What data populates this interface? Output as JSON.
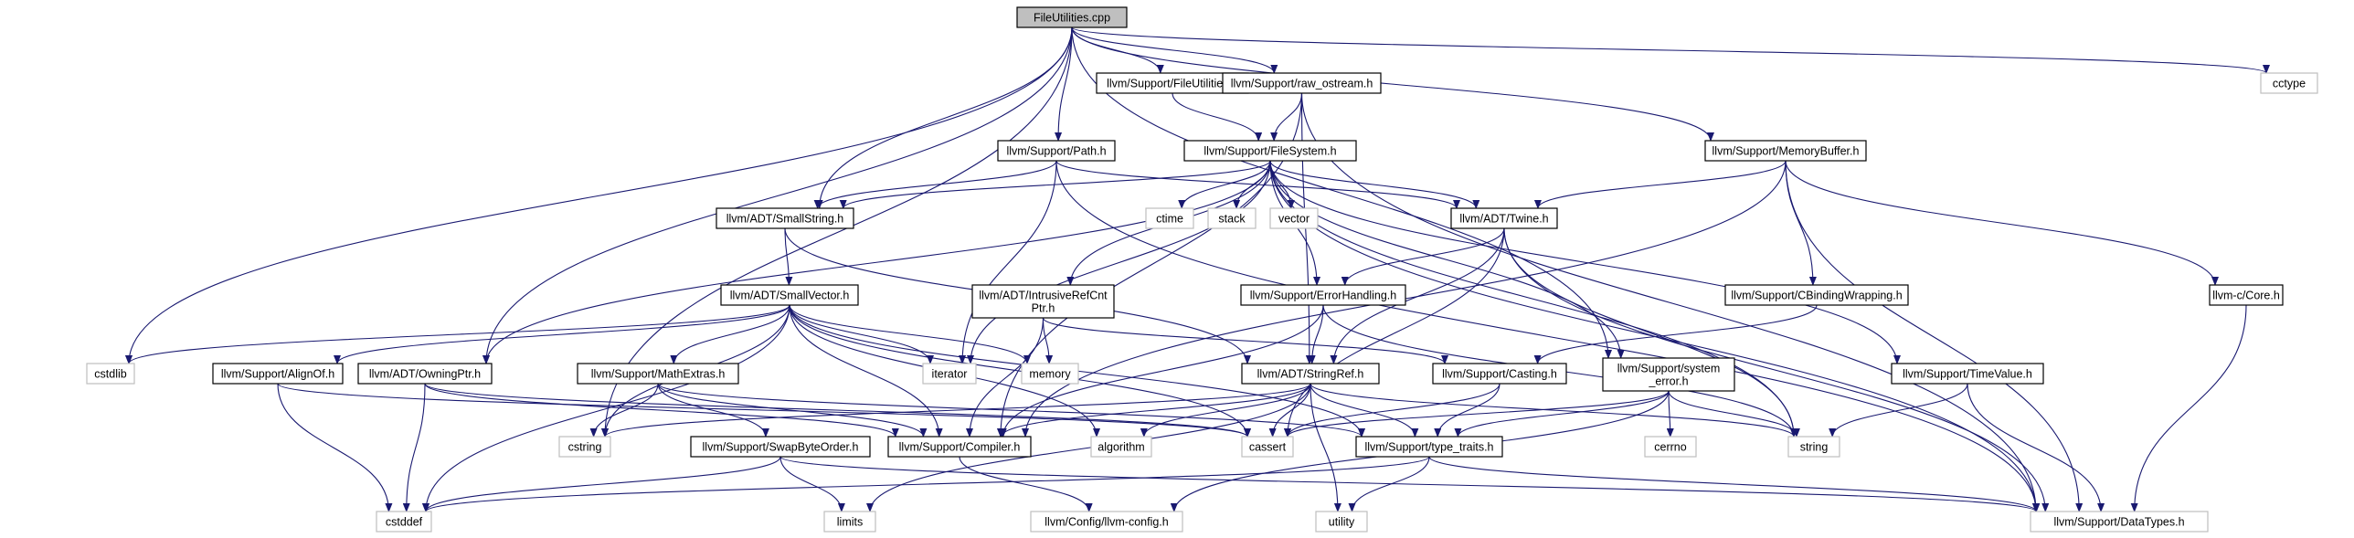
{
  "diagram": {
    "edge_color": "#191970",
    "root_fill": "#bfbfbf",
    "external_border": "#bfbfbf",
    "internal_border": "#000000",
    "nodes": [
      {
        "id": "n0",
        "label": [
          "FileUtilities.cpp"
        ],
        "kind": "root"
      },
      {
        "id": "n1",
        "label": [
          "llvm/Support/FileUtilities.h"
        ],
        "kind": "internal"
      },
      {
        "id": "n2",
        "label": [
          "llvm/Support/raw_ostream.h"
        ],
        "kind": "internal"
      },
      {
        "id": "n3",
        "label": [
          "cctype"
        ],
        "kind": "external"
      },
      {
        "id": "n4",
        "label": [
          "llvm/Support/Path.h"
        ],
        "kind": "internal"
      },
      {
        "id": "n5",
        "label": [
          "llvm/Support/FileSystem.h"
        ],
        "kind": "internal"
      },
      {
        "id": "n6",
        "label": [
          "llvm/Support/MemoryBuffer.h"
        ],
        "kind": "internal"
      },
      {
        "id": "n7",
        "label": [
          "llvm/ADT/SmallString.h"
        ],
        "kind": "internal"
      },
      {
        "id": "n8",
        "label": [
          "ctime"
        ],
        "kind": "external"
      },
      {
        "id": "n9",
        "label": [
          "stack"
        ],
        "kind": "external"
      },
      {
        "id": "n10",
        "label": [
          "vector"
        ],
        "kind": "external"
      },
      {
        "id": "n11",
        "label": [
          "llvm/ADT/Twine.h"
        ],
        "kind": "internal"
      },
      {
        "id": "n12",
        "label": [
          "llvm/ADT/SmallVector.h"
        ],
        "kind": "internal"
      },
      {
        "id": "n13",
        "label": [
          "llvm/ADT/IntrusiveRefCnt",
          "Ptr.h"
        ],
        "kind": "internal"
      },
      {
        "id": "n14",
        "label": [
          "llvm/Support/ErrorHandling.h"
        ],
        "kind": "internal"
      },
      {
        "id": "n15",
        "label": [
          "llvm/Support/CBindingWrapping.h"
        ],
        "kind": "internal"
      },
      {
        "id": "n16",
        "label": [
          "llvm-c/Core.h"
        ],
        "kind": "internal"
      },
      {
        "id": "n17",
        "label": [
          "cstdlib"
        ],
        "kind": "external"
      },
      {
        "id": "n18",
        "label": [
          "llvm/Support/AlignOf.h"
        ],
        "kind": "internal"
      },
      {
        "id": "n19",
        "label": [
          "llvm/ADT/OwningPtr.h"
        ],
        "kind": "internal"
      },
      {
        "id": "n20",
        "label": [
          "llvm/Support/MathExtras.h"
        ],
        "kind": "internal"
      },
      {
        "id": "n21",
        "label": [
          "iterator"
        ],
        "kind": "external"
      },
      {
        "id": "n22",
        "label": [
          "memory"
        ],
        "kind": "external"
      },
      {
        "id": "n23",
        "label": [
          "llvm/ADT/StringRef.h"
        ],
        "kind": "internal"
      },
      {
        "id": "n24",
        "label": [
          "llvm/Support/Casting.h"
        ],
        "kind": "internal"
      },
      {
        "id": "n25",
        "label": [
          "llvm/Support/system",
          "_error.h"
        ],
        "kind": "internal"
      },
      {
        "id": "n26",
        "label": [
          "llvm/Support/TimeValue.h"
        ],
        "kind": "internal"
      },
      {
        "id": "n27",
        "label": [
          "cstring"
        ],
        "kind": "external"
      },
      {
        "id": "n28",
        "label": [
          "llvm/Support/SwapByteOrder.h"
        ],
        "kind": "internal"
      },
      {
        "id": "n29",
        "label": [
          "llvm/Support/Compiler.h"
        ],
        "kind": "internal"
      },
      {
        "id": "n30",
        "label": [
          "algorithm"
        ],
        "kind": "external"
      },
      {
        "id": "n31",
        "label": [
          "cassert"
        ],
        "kind": "external"
      },
      {
        "id": "n32",
        "label": [
          "llvm/Support/type_traits.h"
        ],
        "kind": "internal"
      },
      {
        "id": "n33",
        "label": [
          "cerrno"
        ],
        "kind": "external"
      },
      {
        "id": "n34",
        "label": [
          "string"
        ],
        "kind": "external"
      },
      {
        "id": "n35",
        "label": [
          "cstddef"
        ],
        "kind": "external"
      },
      {
        "id": "n36",
        "label": [
          "limits"
        ],
        "kind": "external"
      },
      {
        "id": "n37",
        "label": [
          "llvm/Config/llvm-config.h"
        ],
        "kind": "external"
      },
      {
        "id": "n38",
        "label": [
          "utility"
        ],
        "kind": "external"
      },
      {
        "id": "n39",
        "label": [
          "llvm/Support/DataTypes.h"
        ],
        "kind": "external"
      }
    ],
    "edges": [
      [
        "n0",
        "n1"
      ],
      [
        "n0",
        "n2"
      ],
      [
        "n0",
        "n3"
      ],
      [
        "n0",
        "n4"
      ],
      [
        "n0",
        "n6"
      ],
      [
        "n0",
        "n7"
      ],
      [
        "n0",
        "n17"
      ],
      [
        "n0",
        "n19"
      ],
      [
        "n0",
        "n27"
      ],
      [
        "n0",
        "n25"
      ],
      [
        "n1",
        "n5"
      ],
      [
        "n2",
        "n5"
      ],
      [
        "n2",
        "n39"
      ],
      [
        "n2",
        "n23"
      ],
      [
        "n2",
        "n29"
      ],
      [
        "n4",
        "n7"
      ],
      [
        "n4",
        "n11"
      ],
      [
        "n4",
        "n21"
      ],
      [
        "n4",
        "n39"
      ],
      [
        "n5",
        "n7"
      ],
      [
        "n5",
        "n8"
      ],
      [
        "n5",
        "n9"
      ],
      [
        "n5",
        "n10"
      ],
      [
        "n5",
        "n11"
      ],
      [
        "n5",
        "n13"
      ],
      [
        "n5",
        "n14"
      ],
      [
        "n5",
        "n19"
      ],
      [
        "n5",
        "n21"
      ],
      [
        "n5",
        "n25"
      ],
      [
        "n5",
        "n26"
      ],
      [
        "n5",
        "n34"
      ],
      [
        "n5",
        "n39"
      ],
      [
        "n6",
        "n11"
      ],
      [
        "n6",
        "n15"
      ],
      [
        "n6",
        "n16"
      ],
      [
        "n6",
        "n29"
      ],
      [
        "n6",
        "n39"
      ],
      [
        "n7",
        "n12"
      ],
      [
        "n7",
        "n23"
      ],
      [
        "n11",
        "n14"
      ],
      [
        "n11",
        "n23"
      ],
      [
        "n11",
        "n31"
      ],
      [
        "n11",
        "n34"
      ],
      [
        "n11",
        "n39"
      ],
      [
        "n12",
        "n17"
      ],
      [
        "n12",
        "n18"
      ],
      [
        "n12",
        "n20"
      ],
      [
        "n12",
        "n21"
      ],
      [
        "n12",
        "n22"
      ],
      [
        "n12",
        "n27"
      ],
      [
        "n12",
        "n29"
      ],
      [
        "n12",
        "n30"
      ],
      [
        "n12",
        "n31"
      ],
      [
        "n12",
        "n32"
      ],
      [
        "n12",
        "n35"
      ],
      [
        "n13",
        "n22"
      ],
      [
        "n13",
        "n24"
      ],
      [
        "n13",
        "n29"
      ],
      [
        "n14",
        "n23"
      ],
      [
        "n14",
        "n29"
      ],
      [
        "n14",
        "n34"
      ],
      [
        "n15",
        "n24"
      ],
      [
        "n16",
        "n39"
      ],
      [
        "n18",
        "n35"
      ],
      [
        "n18",
        "n31"
      ],
      [
        "n19",
        "n35"
      ],
      [
        "n19",
        "n29"
      ],
      [
        "n19",
        "n31"
      ],
      [
        "n20",
        "n27"
      ],
      [
        "n20",
        "n28"
      ],
      [
        "n20",
        "n29"
      ],
      [
        "n20",
        "n32"
      ],
      [
        "n23",
        "n27"
      ],
      [
        "n23",
        "n29"
      ],
      [
        "n23",
        "n30"
      ],
      [
        "n23",
        "n31"
      ],
      [
        "n23",
        "n32"
      ],
      [
        "n23",
        "n34"
      ],
      [
        "n23",
        "n36"
      ],
      [
        "n23",
        "n38"
      ],
      [
        "n24",
        "n31"
      ],
      [
        "n24",
        "n32"
      ],
      [
        "n25",
        "n31"
      ],
      [
        "n25",
        "n32"
      ],
      [
        "n25",
        "n33"
      ],
      [
        "n25",
        "n34"
      ],
      [
        "n25",
        "n37"
      ],
      [
        "n26",
        "n34"
      ],
      [
        "n26",
        "n39"
      ],
      [
        "n28",
        "n35"
      ],
      [
        "n28",
        "n36"
      ],
      [
        "n28",
        "n39"
      ],
      [
        "n29",
        "n37"
      ],
      [
        "n32",
        "n35"
      ],
      [
        "n32",
        "n38"
      ],
      [
        "n32",
        "n39"
      ]
    ]
  }
}
